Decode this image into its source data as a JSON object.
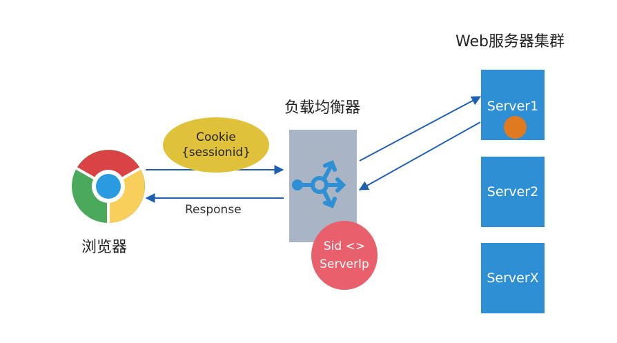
{
  "browser": {
    "label": "浏览器",
    "icon": "chrome-icon"
  },
  "request": {
    "cookie_line1": "Cookie",
    "cookie_line2": "{sessionid}",
    "response_label": "Response"
  },
  "load_balancer": {
    "title": "负载均衡器",
    "icon": "load-balancer-icon",
    "mapping_line1": "Sid <>",
    "mapping_line2": "ServerIp"
  },
  "cluster": {
    "title": "Web服务器集群",
    "servers": [
      {
        "label": "Server1",
        "has_session": true
      },
      {
        "label": "Server2"
      },
      {
        "label": "ServerX"
      }
    ]
  },
  "colors": {
    "server": "#2f8fd4",
    "arrow": "#1f5fb0",
    "cookie": "#e0c23a",
    "mapping": "#e8606b",
    "session_dot": "#e07a20",
    "lb_box": "#a9b4c4"
  }
}
